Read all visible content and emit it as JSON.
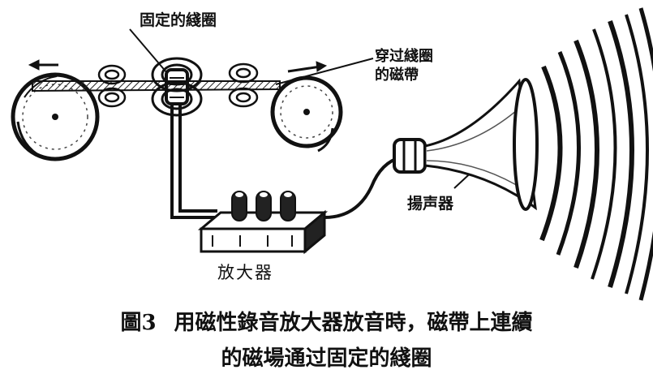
{
  "labels": {
    "fixed_coil": "固定的綫圈",
    "tape_through_coil_line1": "穿过綫圈",
    "tape_through_coil_line2": "的磁帶",
    "speaker": "揚声器",
    "amplifier": "放大器"
  },
  "caption": {
    "figure_number": "圖3",
    "line1": "用磁性錄音放大器放音時，磁帶上連續",
    "line2": "的磁場通过固定的綫圈"
  }
}
